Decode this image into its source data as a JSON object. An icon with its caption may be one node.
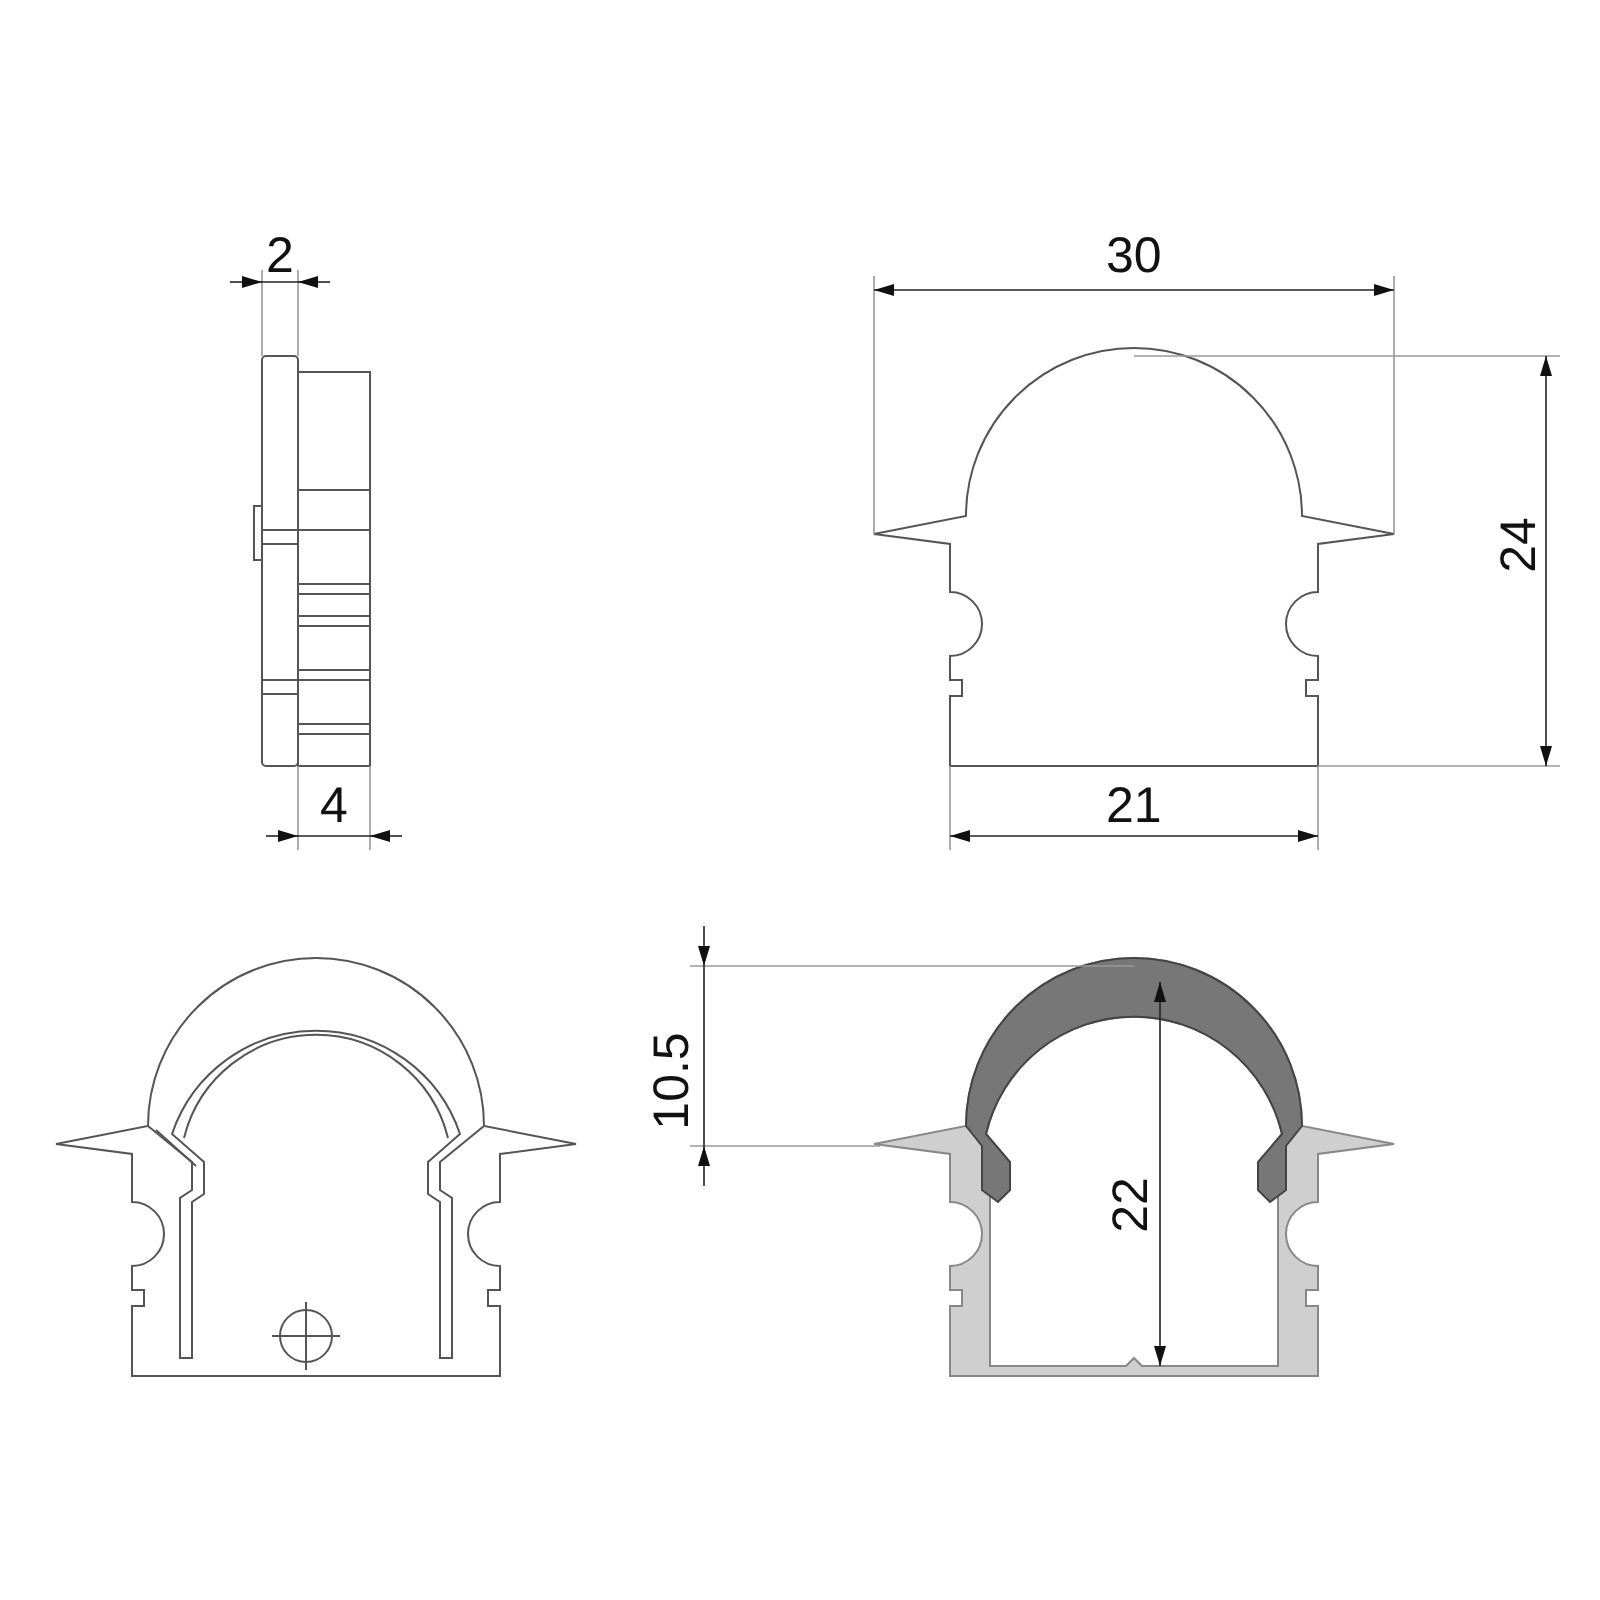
{
  "diagram": {
    "labels": [
      "2",
      "30",
      "24",
      "4",
      "21",
      "10.5",
      "22"
    ]
  }
}
